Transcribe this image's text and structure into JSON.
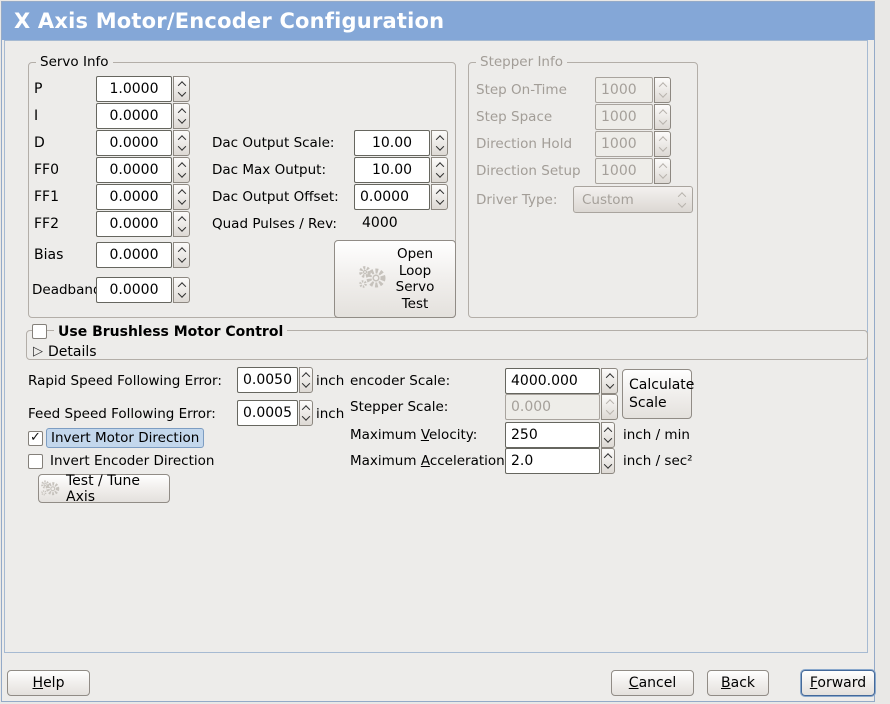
{
  "window": {
    "title": "X Axis Motor/Encoder Configuration"
  },
  "servo_info": {
    "title": "Servo Info",
    "fields": [
      {
        "label": "P",
        "value": "1.0000"
      },
      {
        "label": "I",
        "value": "0.0000"
      },
      {
        "label": "D",
        "value": "0.0000"
      },
      {
        "label": "FF0",
        "value": "0.0000"
      },
      {
        "label": "FF1",
        "value": "0.0000"
      },
      {
        "label": "FF2",
        "value": "0.0000"
      },
      {
        "label": "Bias",
        "value": "0.0000"
      },
      {
        "label": "Deadband",
        "value": "0.0000"
      }
    ],
    "dac_fields": [
      {
        "label": "Dac Output Scale:",
        "value": "10.00"
      },
      {
        "label": "Dac Max Output:",
        "value": "10.00"
      },
      {
        "label": "Dac Output Offset:",
        "value": "0.0000"
      }
    ],
    "quad_pulses_label": "Quad Pulses / Rev:",
    "quad_pulses_value": "4000",
    "open_loop_button": {
      "line1": "Open",
      "line2": "Loop",
      "line3": "Servo",
      "line4": "Test"
    }
  },
  "stepper_info": {
    "title": "Stepper Info",
    "fields": [
      {
        "label": "Step On-Time",
        "value": "1000"
      },
      {
        "label": "Step Space",
        "value": "1000"
      },
      {
        "label": "Direction Hold",
        "value": "1000"
      },
      {
        "label": "Direction Setup",
        "value": "1000"
      }
    ],
    "driver_type": {
      "label": "Driver Type:",
      "value": "Custom"
    }
  },
  "brushless": {
    "checkbox_label": "Use Brushless Motor Control",
    "checkbox_mark": "",
    "expander_icon": "▷",
    "details_label": "Details"
  },
  "following_errors": [
    {
      "label": "Rapid Speed Following Error:",
      "value": "0.0050",
      "unit": "inch"
    },
    {
      "label": "Feed Speed Following Error:",
      "value": "0.0005",
      "unit": "inch"
    }
  ],
  "direction_checkboxes": {
    "invert_motor": {
      "label": "Invert Motor Direction",
      "mark": "✓"
    },
    "invert_encoder": {
      "label": "Invert Encoder Direction",
      "mark": ""
    }
  },
  "test_tune_button": {
    "label": "Test / Tune Axis"
  },
  "scale_section": {
    "encoder_scale": {
      "label": "encoder Scale:",
      "value": "4000.000"
    },
    "stepper_scale": {
      "label": "Stepper Scale:",
      "value": "0.000"
    },
    "max_velocity": {
      "pre": "Maximum ",
      "key": "V",
      "post": "elocity:",
      "value": "250",
      "unit": "inch / min"
    },
    "max_acceleration": {
      "pre": "Maximum ",
      "key": "A",
      "post": "cceleration:",
      "value": "2.0",
      "unit": "inch / sec²"
    },
    "calculate_button": {
      "line1": "Calculate",
      "line2": "Scale"
    }
  },
  "footer": {
    "help": {
      "key": "H",
      "post": "elp"
    },
    "cancel": {
      "key": "C",
      "post": "ancel"
    },
    "back": {
      "key": "B",
      "post": "ack"
    },
    "forward": {
      "key": "F",
      "post": "orward"
    }
  },
  "colors": {
    "titlebar": "#84a7d7",
    "highlight": "#c3d7ec",
    "window_bg": "#edecea"
  }
}
